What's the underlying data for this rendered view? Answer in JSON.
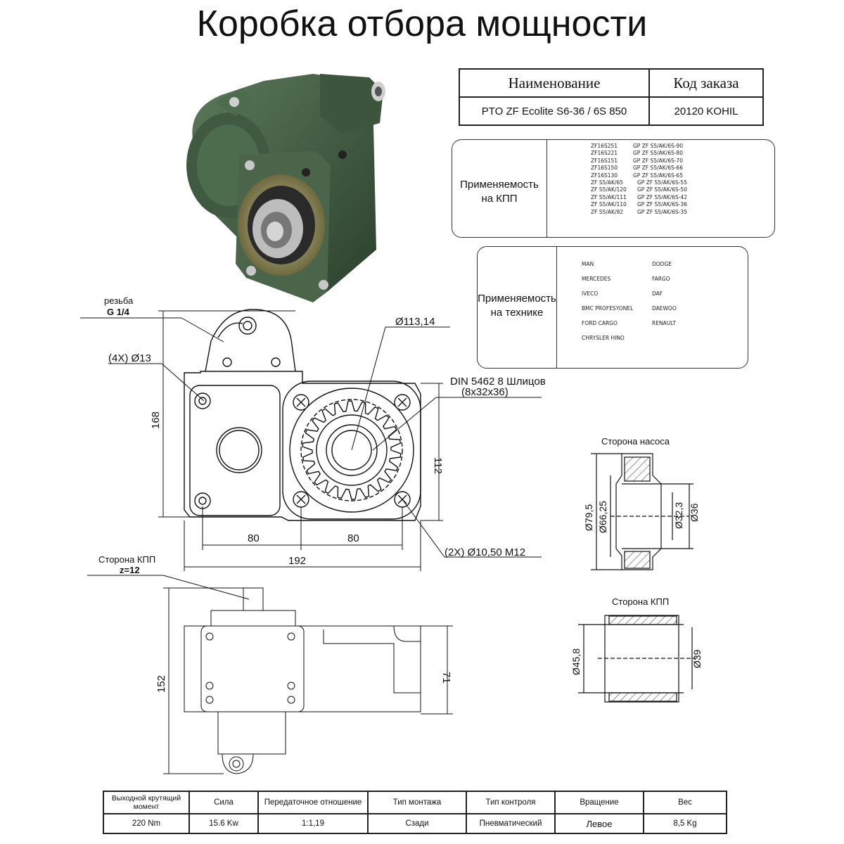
{
  "title": "Коробка отбора мощности",
  "order_table": {
    "header_name": "Наименование",
    "header_code": "Код заказа",
    "name": "PTO ZF Ecolite S6-36 / 6S 850",
    "code": "20120 KOHIL"
  },
  "gearbox_applicability": {
    "label": "Применяемость на КПП",
    "label_line1": "Применяемость",
    "label_line2": "на КПП",
    "rows": [
      [
        "ZF16S251",
        "GP ZF S5/AK/6S-90"
      ],
      [
        "ZF16S221",
        "GP ZF S5/AK/6S-80"
      ],
      [
        "ZF16S151",
        "GP ZF S5/AK/6S-70"
      ],
      [
        "ZF16S150",
        "GP ZF S5/AK/6S-66"
      ],
      [
        "ZF16S130",
        "GP ZF S5/AK/6S-65"
      ],
      [
        "ZF S5/AK/65",
        "GP ZF S5/AK/6S-55"
      ],
      [
        "ZF S5/AK/120",
        "GP ZF S5/AK/6S-50"
      ],
      [
        "ZF S5/AK/111",
        "GP ZF S5/AK/6S-42"
      ],
      [
        "ZF S5/AK/110",
        "GP ZF S5/AK/6S-36"
      ],
      [
        "ZF S5/AK/92",
        "GP ZF S5/AK/6S-35"
      ]
    ]
  },
  "vehicle_applicability": {
    "label_line1": "Применяемость",
    "label_line2": "на  технике",
    "rows": [
      [
        "MAN",
        "DODGE"
      ],
      [
        "MERCEDES",
        "FARGO"
      ],
      [
        "IVECO",
        "DAF"
      ],
      [
        "BMC PROFESYONEL",
        "DAEWOO"
      ],
      [
        "FORD CARGO",
        "RENAULT"
      ],
      [
        "CHRYSLER HINO",
        ""
      ]
    ]
  },
  "drawing": {
    "thread_label": "резьба",
    "thread_value": "G 1/4",
    "holes_4x": "(4X) Ø13",
    "flange_dia": "Ø113,14",
    "spline_std": "DIN 5462 8 Шлицов",
    "spline_size": "(8x32x36)",
    "dim_168": "168",
    "dim_112": "112",
    "dim_80_left": "80",
    "dim_80_right": "80",
    "dim_192": "192",
    "holes_2x": "(2X) Ø10,50 M12",
    "gearbox_side": "Сторона КПП",
    "teeth": "z=12",
    "dim_152": "152",
    "dim_71": "71"
  },
  "pump_side": {
    "title": "Сторона насоса",
    "d1": "Ø79,5",
    "d2": "Ø66,25",
    "d3": "Ø32,3",
    "d4": "Ø36"
  },
  "gearbox_side_detail": {
    "title": "Сторона КПП",
    "d1": "Ø45,8",
    "d2": "Ø39"
  },
  "specs": {
    "headers": [
      "Выходной крутящий момент",
      "Сила",
      "Передаточное отношение",
      "Тип монтажа",
      "Тип контроля",
      "Вращение",
      "Вес"
    ],
    "header_torque_line1": "Выходной крутящий",
    "header_torque_line2": "момент",
    "values": [
      "220 Nm",
      "15.6 Kw",
      "1:1,19",
      "Сзади",
      "Пневматический",
      "Левое",
      "8,5 Kg"
    ]
  },
  "colors": {
    "housing_green": "#3f5a40",
    "housing_dark": "#2c402d",
    "flange_gold": "#8a8450"
  }
}
